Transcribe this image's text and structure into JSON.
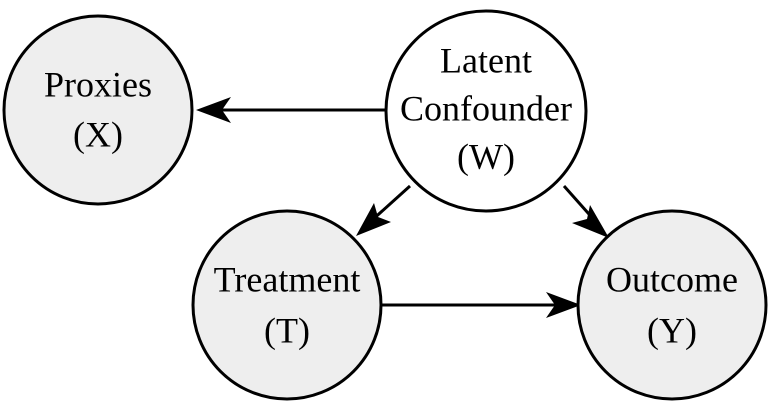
{
  "nodes": {
    "proxies": {
      "lines": [
        "Proxies",
        "(X)"
      ],
      "fill": "#eeeeee"
    },
    "latent": {
      "lines": [
        "Latent",
        "Confounder",
        "(W)"
      ],
      "fill": "#ffffff"
    },
    "treatment": {
      "lines": [
        "Treatment",
        "(T)"
      ],
      "fill": "#eeeeee"
    },
    "outcome": {
      "lines": [
        "Outcome",
        "(Y)"
      ],
      "fill": "#eeeeee"
    }
  },
  "edges": [
    {
      "from": "latent",
      "to": "proxies"
    },
    {
      "from": "latent",
      "to": "treatment"
    },
    {
      "from": "latent",
      "to": "outcome"
    },
    {
      "from": "treatment",
      "to": "outcome"
    }
  ],
  "colors": {
    "stroke": "#000000",
    "observed_fill": "#eeeeee",
    "latent_fill": "#ffffff"
  }
}
